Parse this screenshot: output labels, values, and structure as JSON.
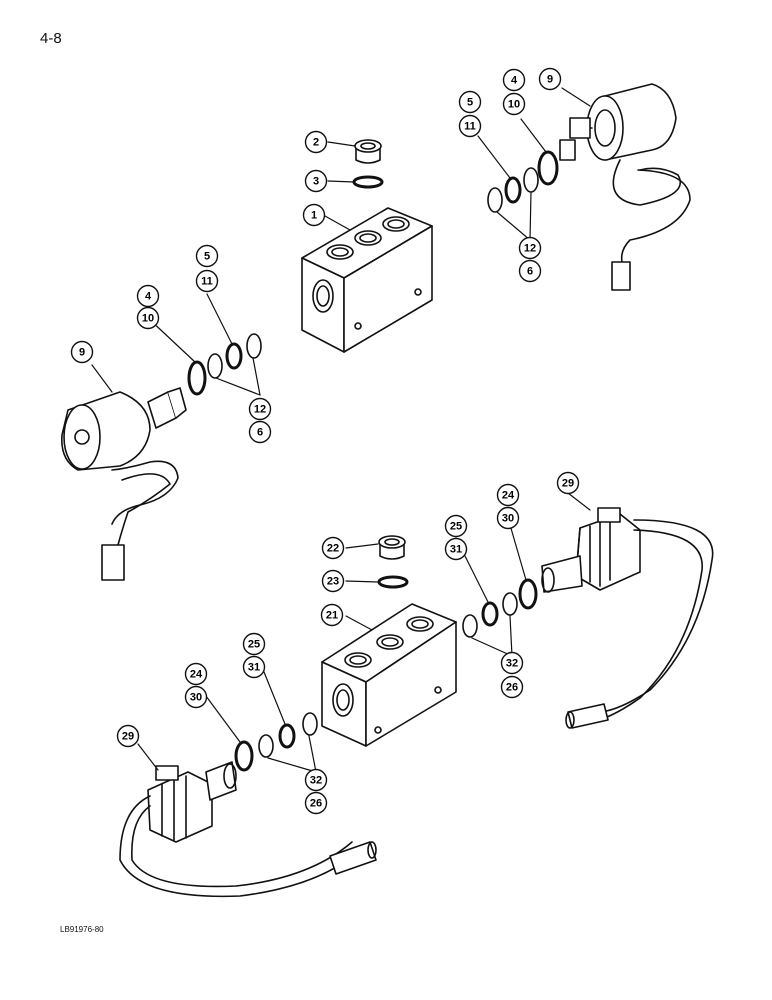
{
  "page_number": "4-8",
  "drawing_code": "LB91976-80",
  "callouts": [
    {
      "id": "c-2",
      "label": "2"
    },
    {
      "id": "c-3",
      "label": "3"
    },
    {
      "id": "c-1",
      "label": "1"
    },
    {
      "id": "c-4a",
      "label": "4"
    },
    {
      "id": "c-10a",
      "label": "10"
    },
    {
      "id": "c-5a",
      "label": "5"
    },
    {
      "id": "c-11a",
      "label": "11"
    },
    {
      "id": "c-9a",
      "label": "9"
    },
    {
      "id": "c-12a",
      "label": "12"
    },
    {
      "id": "c-6a",
      "label": "6"
    },
    {
      "id": "c-5b",
      "label": "5"
    },
    {
      "id": "c-11b",
      "label": "11"
    },
    {
      "id": "c-4b",
      "label": "4"
    },
    {
      "id": "c-10b",
      "label": "10"
    },
    {
      "id": "c-9b",
      "label": "9"
    },
    {
      "id": "c-12b",
      "label": "12"
    },
    {
      "id": "c-6b",
      "label": "6"
    },
    {
      "id": "c-22",
      "label": "22"
    },
    {
      "id": "c-23",
      "label": "23"
    },
    {
      "id": "c-21",
      "label": "21"
    },
    {
      "id": "c-25a",
      "label": "25"
    },
    {
      "id": "c-31a",
      "label": "31"
    },
    {
      "id": "c-24a",
      "label": "24"
    },
    {
      "id": "c-30a",
      "label": "30"
    },
    {
      "id": "c-29a",
      "label": "29"
    },
    {
      "id": "c-32a",
      "label": "32"
    },
    {
      "id": "c-26a",
      "label": "26"
    },
    {
      "id": "c-25b",
      "label": "25"
    },
    {
      "id": "c-31b",
      "label": "31"
    },
    {
      "id": "c-24b",
      "label": "24"
    },
    {
      "id": "c-30b",
      "label": "30"
    },
    {
      "id": "c-29b",
      "label": "29"
    },
    {
      "id": "c-32b",
      "label": "32"
    },
    {
      "id": "c-26b",
      "label": "26"
    }
  ]
}
